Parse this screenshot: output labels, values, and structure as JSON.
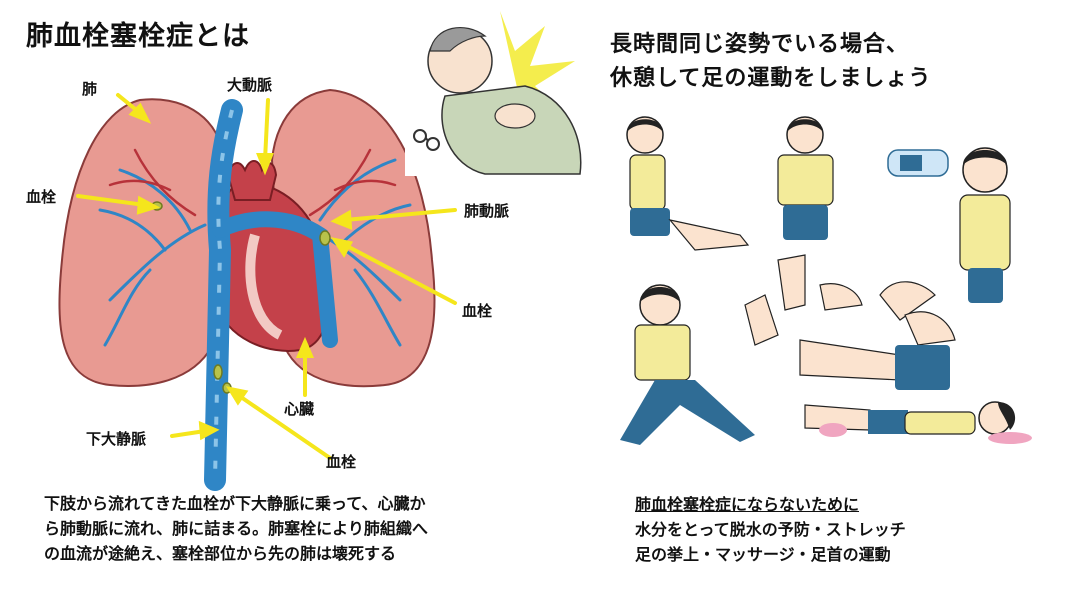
{
  "left": {
    "title": "肺血栓塞栓症とは",
    "labels": {
      "lung": "肺",
      "aorta": "大動脈",
      "thrombus_1": "血栓",
      "pulmonary_artery": "肺動脈",
      "thrombus_2": "血栓",
      "heart": "心臓",
      "ivc": "下大静脈",
      "thrombus_3": "血栓"
    },
    "caption": [
      "下肢から流れてきた血栓が下大静脈に乗って、心臓か",
      "ら肺動脈に流れ、肺に詰まる。肺塞栓により肺組織へ",
      "の血流が途絶え、塞栓部位から先の肺は壊死する"
    ]
  },
  "right": {
    "title": [
      "長時間同じ姿勢でいる場合、",
      "休憩して足の運動をしましょう"
    ],
    "caption_heading": "肺血栓塞栓症にならないために",
    "caption": [
      "水分をとって脱水の予防・ストレッチ",
      "足の挙上・マッサージ・足首の運動"
    ]
  },
  "colors": {
    "lung": "#e89a92",
    "vessel_blue": "#2f86c6",
    "artery_red": "#b7323a",
    "arrow_yellow": "#f5e61c",
    "thrombus": "#b8c24a",
    "shirt": "#f3eb9a",
    "pants": "#2f6c95",
    "skin": "#fbe3cf"
  }
}
